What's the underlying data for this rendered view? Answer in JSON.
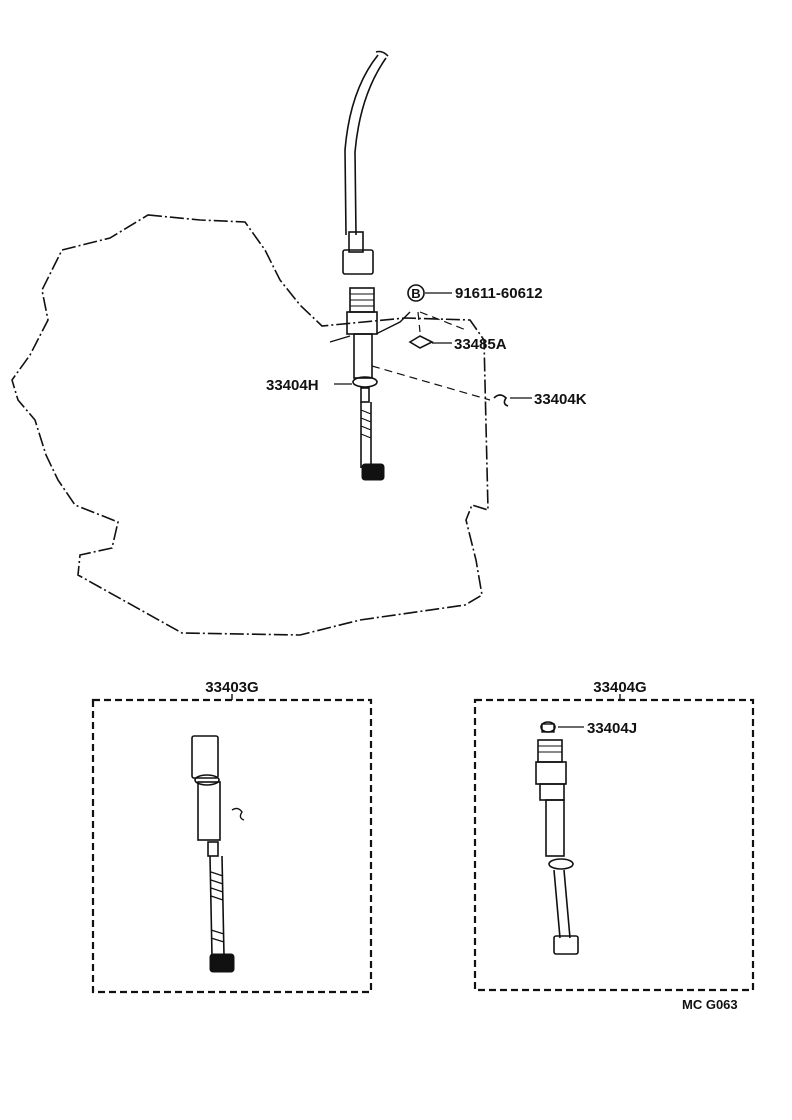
{
  "callouts": {
    "bolt_marker": "B",
    "bolt": "91611-60612",
    "plate": "33485A",
    "oring": "33404H",
    "clip": "33404K",
    "kit_left": "33403G",
    "kit_right": "33404G",
    "kit_right_part": "33404J"
  },
  "footer": {
    "code": "MC  G063"
  },
  "colors": {
    "ink": "#111111",
    "paper": "#ffffff"
  }
}
